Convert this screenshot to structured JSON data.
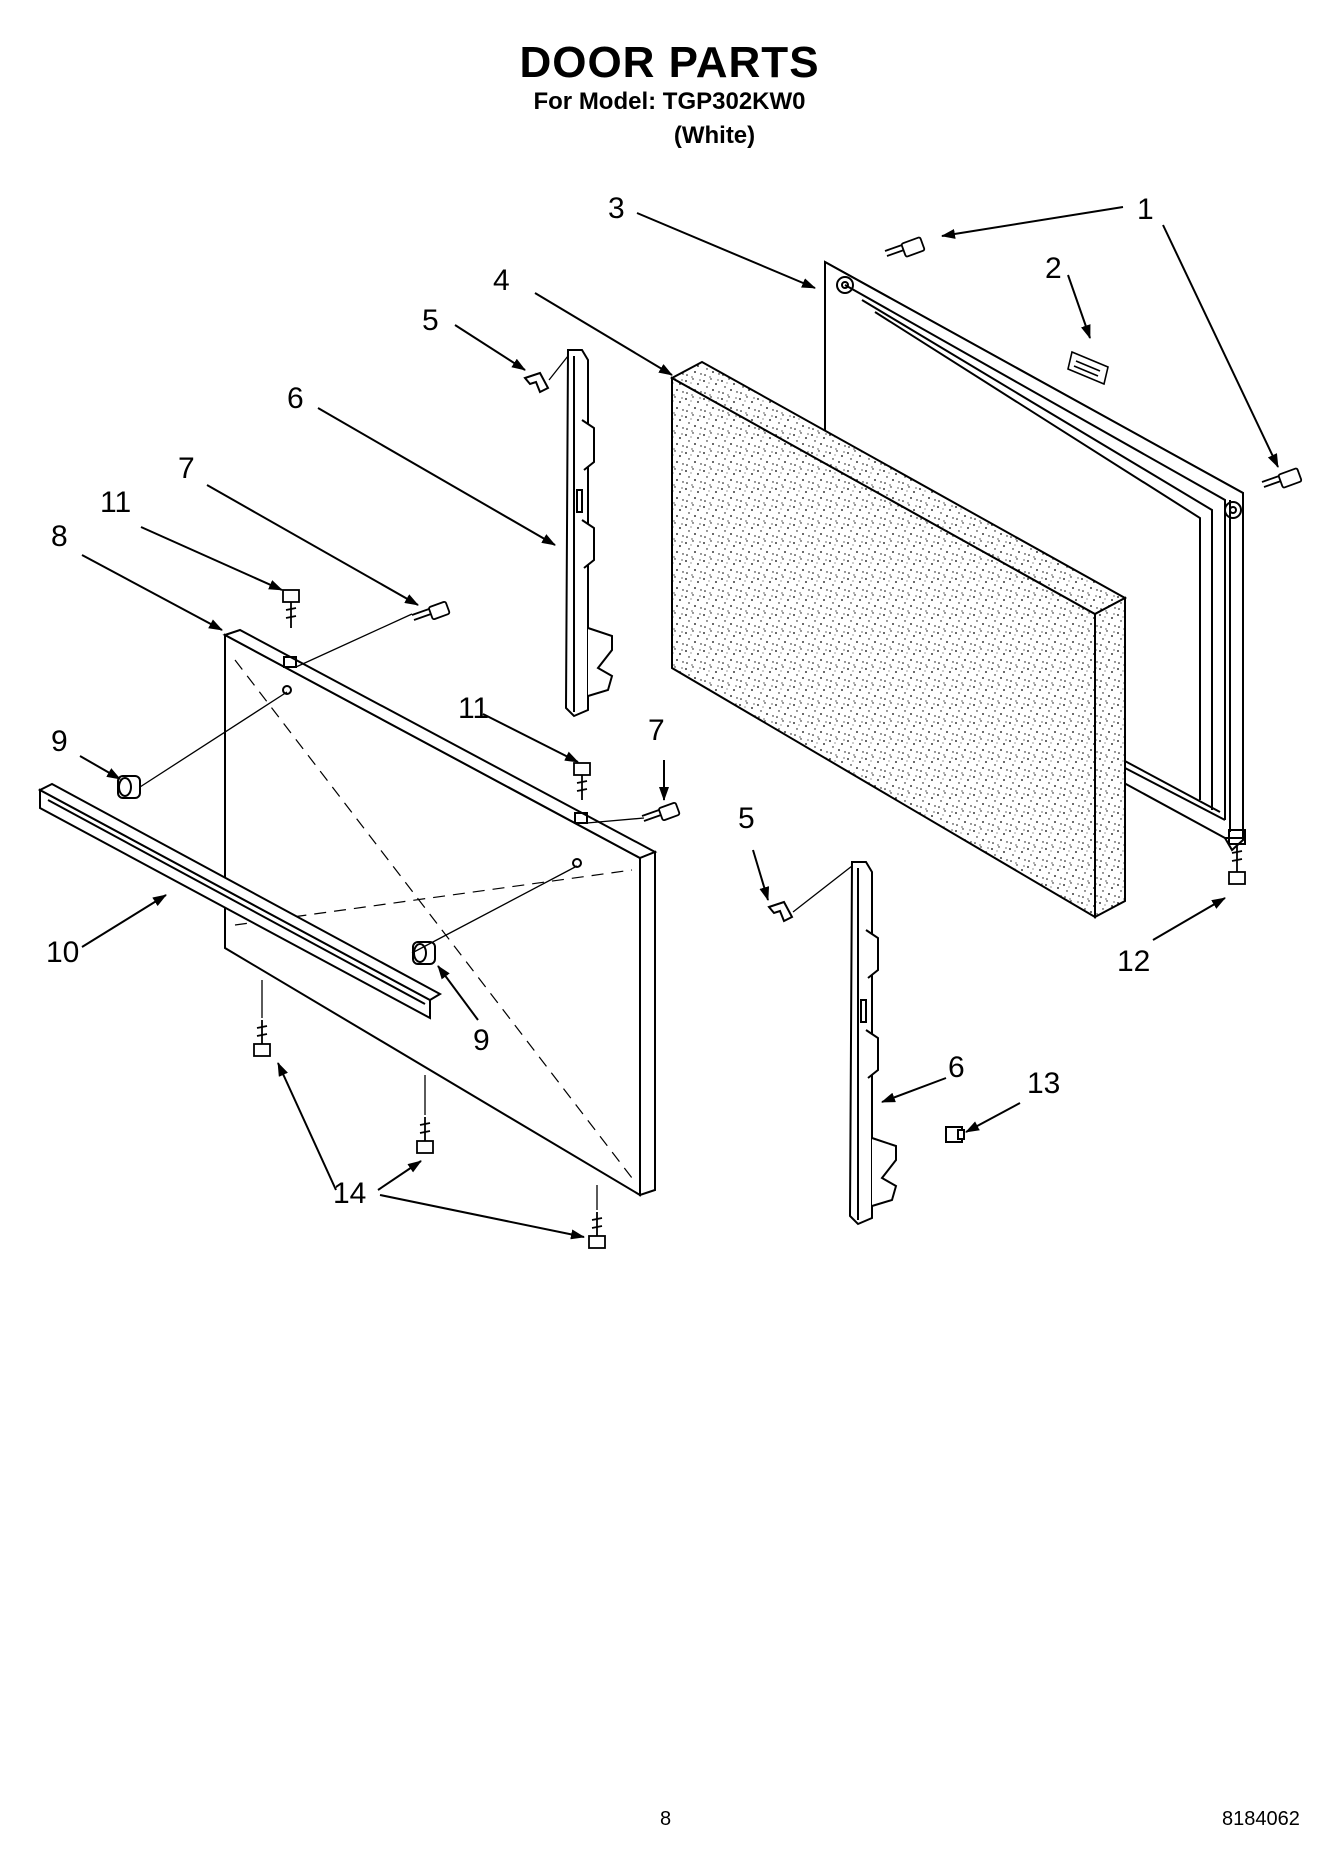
{
  "header": {
    "title": "DOOR PARTS",
    "model": "For Model: TGP302KW0",
    "variant": "(White)"
  },
  "callouts": {
    "c1": "1",
    "c2": "2",
    "c3": "3",
    "c4": "4",
    "c5a": "5",
    "c5b": "5",
    "c6a": "6",
    "c6b": "6",
    "c7a": "7",
    "c7b": "7",
    "c8": "8",
    "c9a": "9",
    "c9b": "9",
    "c10": "10",
    "c11a": "11",
    "c11b": "11",
    "c12": "12",
    "c13": "13",
    "c14": "14"
  },
  "footer": {
    "page_number": "8",
    "doc_number": "8184062"
  }
}
